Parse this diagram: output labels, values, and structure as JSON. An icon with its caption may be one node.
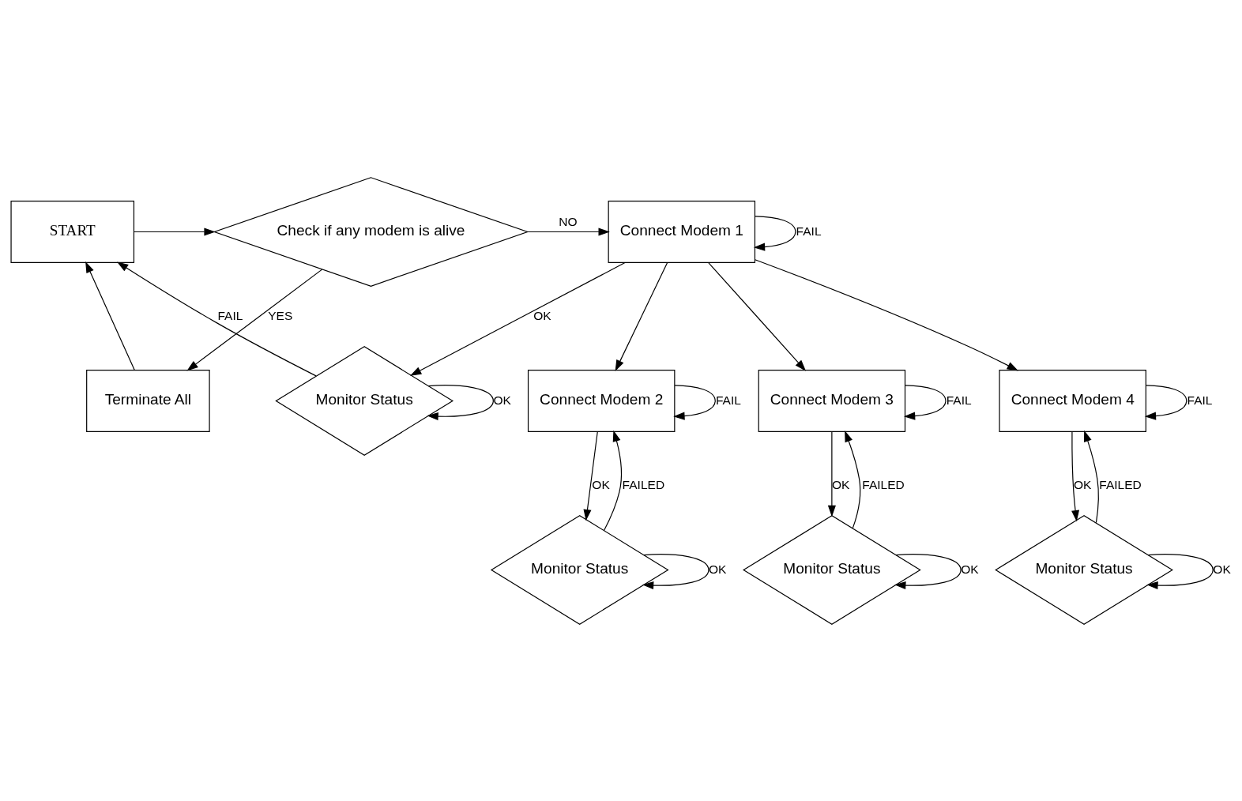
{
  "diagram": {
    "nodes": [
      {
        "text": [
          "START"
        ]
      },
      {
        "text": [
          "Check if any modem is alive"
        ]
      },
      {
        "text": [
          "Connect Modem 1"
        ]
      },
      {
        "text": [
          "Terminate All"
        ]
      },
      {
        "text": [
          "Monitor Status"
        ]
      },
      {
        "text": [
          "Connect Modem 2"
        ]
      },
      {
        "text": [
          "Connect Modem 3"
        ]
      },
      {
        "text": [
          "Connect Modem 4"
        ]
      },
      {
        "text": [
          "Monitor Status"
        ]
      },
      {
        "text": [
          "Monitor Status"
        ]
      },
      {
        "text": [
          "Monitor Status"
        ]
      }
    ],
    "edges": [
      {
        "from": 0,
        "to": 1,
        "arrow": "to"
      },
      {
        "from": 1,
        "to": 2,
        "arrow": "to",
        "label": "NO"
      },
      {
        "from": 1,
        "to": 3,
        "arrow": "to",
        "label": "YES"
      },
      {
        "from": 3,
        "to": 0,
        "arrow": "to"
      },
      {
        "from": 2,
        "to": 2,
        "arrow": "to",
        "label": "FAIL"
      },
      {
        "from": 2,
        "to": 4,
        "arrow": "to",
        "label": "OK"
      },
      {
        "from": 2,
        "to": 5,
        "arrow": "to"
      },
      {
        "from": 2,
        "to": 6,
        "arrow": "to"
      },
      {
        "from": 2,
        "to": 7,
        "arrow": "to"
      },
      {
        "from": 4,
        "to": 4,
        "arrow": "to",
        "label": "OK"
      },
      {
        "from": 4,
        "to": 0,
        "arrow": "to",
        "label": "FAIL"
      },
      {
        "from": 5,
        "to": 5,
        "arrow": "to",
        "label": "FAIL"
      },
      {
        "from": 5,
        "to": 8,
        "arrow": "to",
        "label": "OK"
      },
      {
        "from": 8,
        "to": 8,
        "arrow": "to",
        "label": "OK"
      },
      {
        "from": 8,
        "to": 5,
        "arrow": "to",
        "label": "FAILED"
      },
      {
        "from": 6,
        "to": 6,
        "arrow": "to",
        "label": "FAIL"
      },
      {
        "from": 6,
        "to": 9,
        "arrow": "to",
        "label": "OK"
      },
      {
        "from": 9,
        "to": 9,
        "arrow": "to",
        "label": "OK"
      },
      {
        "from": 9,
        "to": 6,
        "arrow": "to",
        "label": "FAILED"
      },
      {
        "from": 7,
        "to": 7,
        "arrow": "to",
        "label": "FAIL"
      },
      {
        "from": 7,
        "to": 10,
        "arrow": "to",
        "label": "OK"
      },
      {
        "from": 10,
        "to": 10,
        "arrow": "to",
        "label": "OK"
      },
      {
        "from": 10,
        "to": 7,
        "arrow": "to",
        "label": "FAILED"
      }
    ]
  }
}
